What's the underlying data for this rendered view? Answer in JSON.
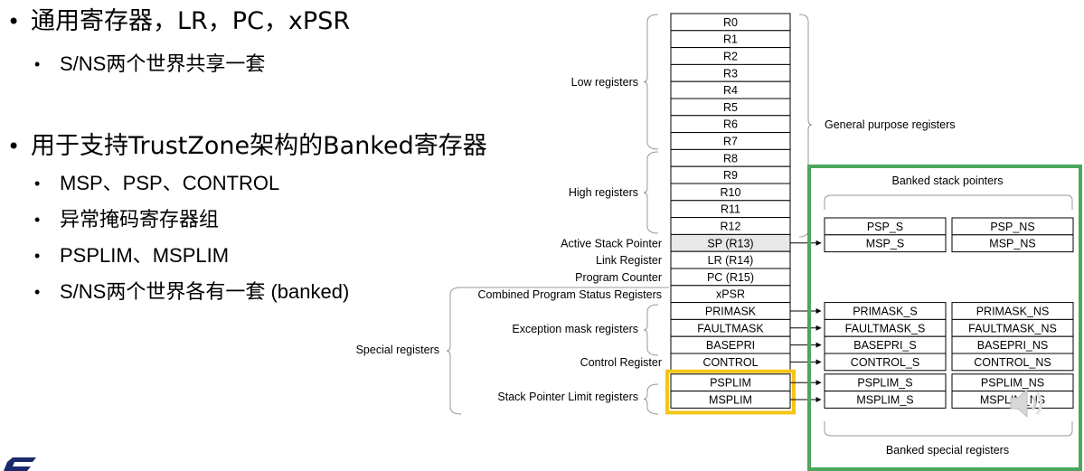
{
  "bullets": {
    "b1": "通用寄存器，LR，PC，xPSR",
    "b1_sub1": "S/NS两个世界共享一套",
    "b2": "用于支持TrustZone架构的Banked寄存器",
    "b2_sub1": "MSP、PSP、CONTROL",
    "b2_sub2": "异常掩码寄存器组",
    "b2_sub3": "PSPLIM、MSPLIM",
    "b2_sub4": "S/NS两个世界各有一套 (banked)"
  },
  "diagram": {
    "registers": [
      "R0",
      "R1",
      "R2",
      "R3",
      "R4",
      "R5",
      "R6",
      "R7",
      "R8",
      "R9",
      "R10",
      "R11",
      "R12",
      "SP (R13)",
      "LR (R14)",
      "PC (R15)",
      "xPSR",
      "PRIMASK",
      "FAULTMASK",
      "BASEPRI",
      "CONTROL",
      "PSPLIM",
      "MSPLIM"
    ],
    "labels": {
      "low_registers": "Low registers",
      "high_registers": "High registers",
      "general_purpose": "General purpose registers",
      "active_sp": "Active Stack Pointer",
      "link_register": "Link Register",
      "program_counter": "Program Counter",
      "combined_psr": "Combined Program Status Registers",
      "exception_mask": "Exception mask registers",
      "control_register": "Control Register",
      "special_registers": "Special registers",
      "sp_limit": "Stack Pointer Limit registers",
      "banked_stack_pointers": "Banked stack pointers",
      "banked_special_registers": "Banked special registers"
    },
    "banked_sp": [
      [
        "PSP_S",
        "PSP_NS"
      ],
      [
        "MSP_S",
        "MSP_NS"
      ]
    ],
    "banked_mask": [
      [
        "PRIMASK_S",
        "PRIMASK_NS"
      ],
      [
        "FAULTMASK_S",
        "FAULTMASK_NS"
      ],
      [
        "BASEPRI_S",
        "BASEPRI_NS"
      ],
      [
        "CONTROL_S",
        "CONTROL_NS"
      ]
    ],
    "banked_lim": [
      [
        "PSPLIM_S",
        "PSPLIM_NS"
      ],
      [
        "MSPLIM_S",
        "MSPLIM_NS"
      ]
    ]
  },
  "colors": {
    "green": "#4aa75b",
    "yellow": "#f5c518",
    "sp_fill": "#e8e8e8"
  },
  "icons": {
    "speaker": "speaker-icon",
    "logo": "st-logo-icon"
  }
}
